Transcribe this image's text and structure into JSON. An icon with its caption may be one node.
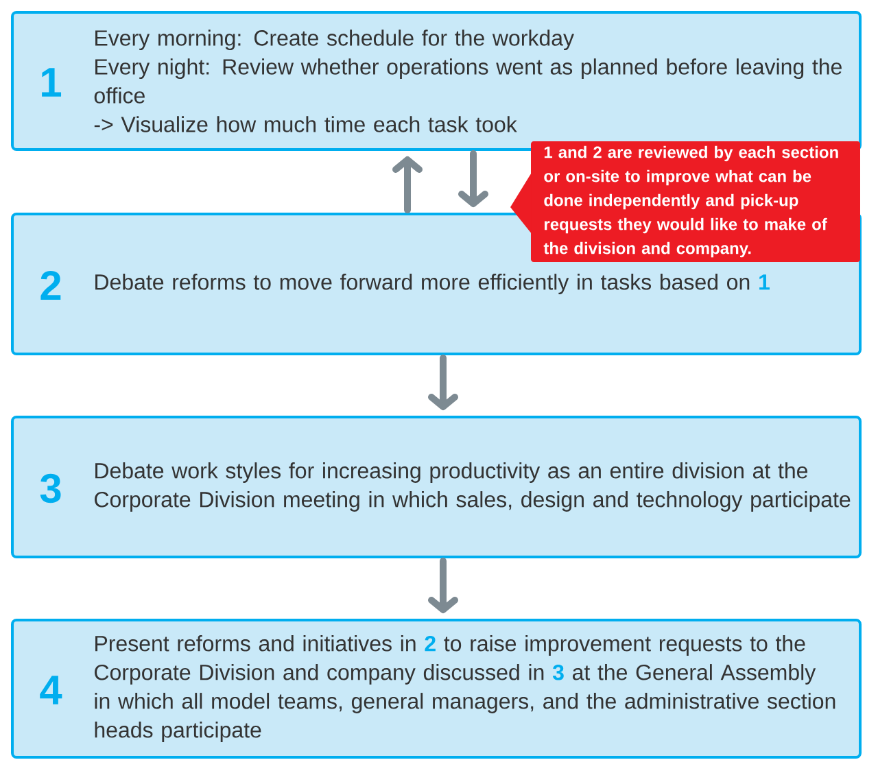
{
  "diagram": {
    "nodes": [
      {
        "text": [
          "1",
          "Every morning: Create schedule for the workday",
          "Every night: Review whether operations went as planned before leaving the office",
          "-> Visualize how much time each task took"
        ]
      },
      {
        "text": [
          "2",
          "Debate reforms to move forward more efficiently in tasks based on **1**"
        ]
      },
      {
        "text": [
          "3",
          "Debate work styles for increasing productivity as an entire division at the Corporate Division meeting in which sales, design and technology participate"
        ]
      },
      {
        "text": [
          "4",
          "Present reforms and initiatives in **2** to raise improvement requests to the Corporate Division and company discussed in **3** at the General Assembly in which all model teams, general managers, and the administrative section heads participate"
        ]
      },
      {
        "text": [
          "1 and 2 are reviewed by each section or on-site to improve what can be done independently and pick-up requests they would like to make of the division and company."
        ]
      }
    ],
    "edges": [
      {
        "from": 1,
        "to": 0,
        "arrow": "to"
      },
      {
        "from": 0,
        "to": 1,
        "arrow": "to"
      },
      {
        "from": 1,
        "to": 2,
        "arrow": "to"
      },
      {
        "from": 2,
        "to": 3,
        "arrow": "to"
      }
    ]
  }
}
